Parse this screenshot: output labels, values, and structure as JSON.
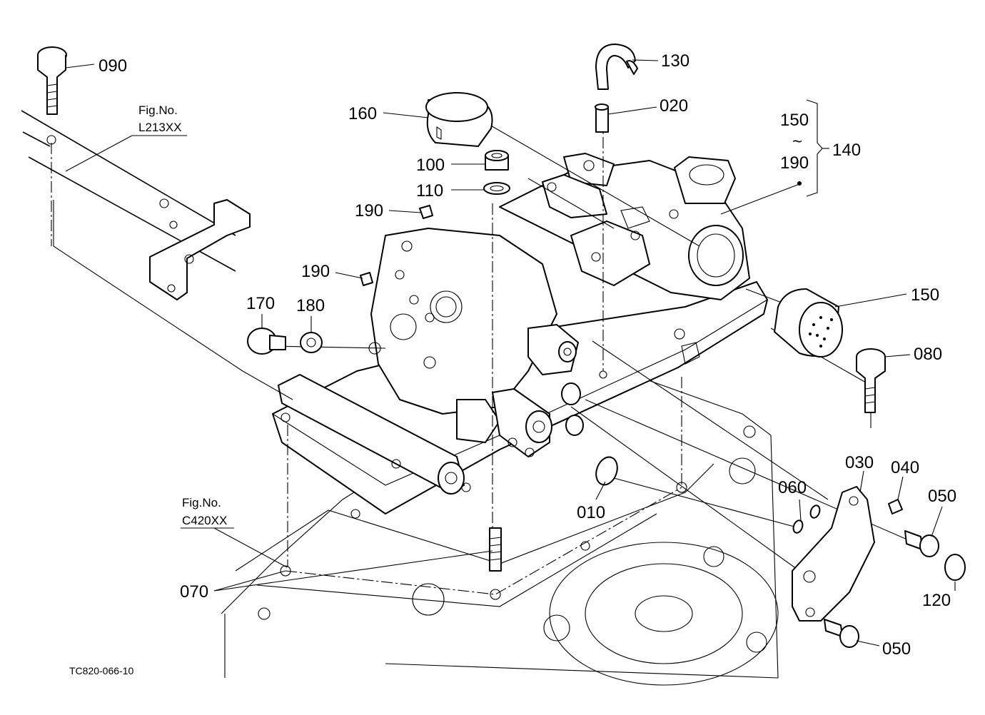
{
  "callouts": {
    "p010": "010",
    "p020": "020",
    "p030": "030",
    "p040": "040",
    "p050a": "050",
    "p050b": "050",
    "p060": "060",
    "p070": "070",
    "p080": "080",
    "p090": "090",
    "p100": "100",
    "p110": "110",
    "p120": "120",
    "p130": "130",
    "p140": "140",
    "p150": "150",
    "p160": "160",
    "p170": "170",
    "p180": "180",
    "p190a": "190",
    "p190b": "190",
    "range_from": "150",
    "range_tilde": "~",
    "range_to": "190"
  },
  "figrefs": {
    "top_label": "Fig.No.",
    "top_code": "L213XX",
    "left_label": "Fig.No.",
    "left_code": "C420XX"
  },
  "drawing_code": "TC820-066-10"
}
